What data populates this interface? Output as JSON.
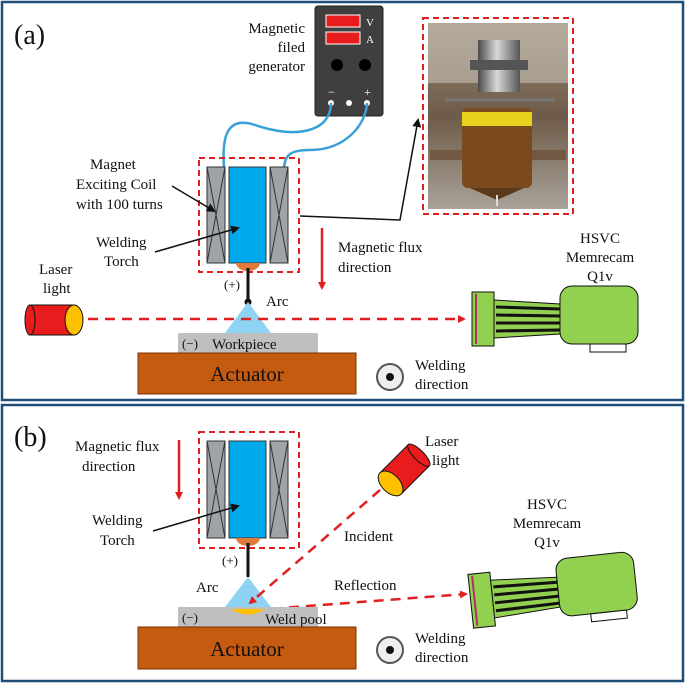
{
  "panel_a": {
    "tag": "(a)",
    "generator_label": [
      "Magnetic",
      "filed",
      "generator"
    ],
    "meter_v": "V",
    "meter_a": "A",
    "terminal_minus": "−",
    "terminal_plus": "+",
    "coil_label": [
      "Magnet",
      "Exciting Coil",
      "with 100 turns"
    ],
    "torch_label": [
      "Welding",
      "Torch"
    ],
    "flux_label": [
      "Magnetic flux",
      "direction"
    ],
    "hsvc_label": [
      "HSVC",
      "Memrecam",
      "Q1v"
    ],
    "laser_label": [
      "Laser",
      "light"
    ],
    "plus_label": "(+)",
    "arc_label": "Arc",
    "minus_label": "(−)",
    "workpiece_label": "Workpiece",
    "actuator_label": "Actuator",
    "welding_dir_label": [
      "Welding",
      "direction"
    ]
  },
  "panel_b": {
    "tag": "(b)",
    "flux_label": [
      "Magnetic flux",
      "direction"
    ],
    "laser_label": [
      "Laser",
      "light"
    ],
    "hsvc_label": [
      "HSVC",
      "Memrecam",
      "Q1v"
    ],
    "torch_label": [
      "Welding",
      "Torch"
    ],
    "incident_label": "Incident",
    "plus_label": "(+)",
    "arc_label": "Arc",
    "reflection_label": "Reflection",
    "minus_label": "(−)",
    "weldpool_label": "Weld pool",
    "actuator_label": "Actuator",
    "welding_dir_label": [
      "Welding",
      "direction"
    ]
  },
  "colors": {
    "frame": "#1f4e79",
    "dash_red": "#e02020",
    "torch_blue": "#00a8ec",
    "coil_gray": "#9ea3a8",
    "camera_green": "#92d050",
    "actuator": "#c55a11",
    "workpiece": "#bfbfbf",
    "arc": "#8fd3f4",
    "laser_red": "#e81c1c",
    "laser_yellow": "#ffc000",
    "wire": "#3aa0d8",
    "generator": "#3f3f3f"
  }
}
